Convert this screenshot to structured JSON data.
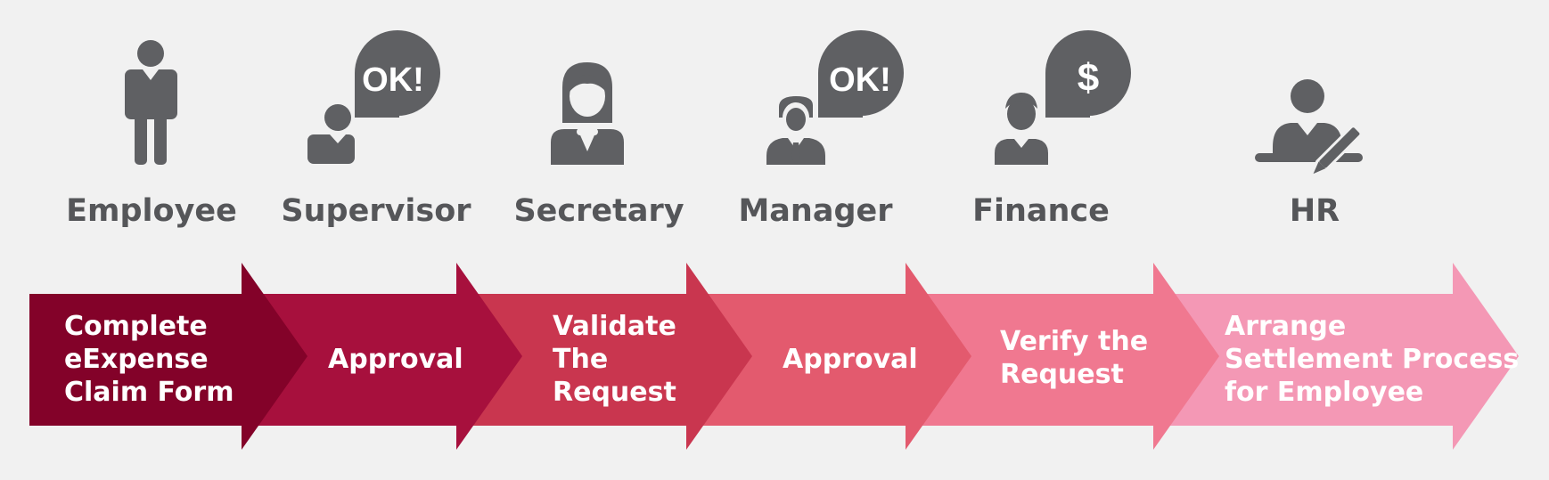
{
  "roles": [
    {
      "label": "Employee",
      "icon": "employee-icon"
    },
    {
      "label": "Supervisor",
      "icon": "supervisor-approval-icon",
      "bubble": "OK!"
    },
    {
      "label": "Secretary",
      "icon": "secretary-icon"
    },
    {
      "label": "Manager",
      "icon": "manager-approval-icon",
      "bubble": "OK!"
    },
    {
      "label": "Finance",
      "icon": "finance-payment-icon",
      "bubble": "$"
    },
    {
      "label": "HR",
      "icon": "hr-signing-icon"
    }
  ],
  "steps": [
    {
      "label": "Complete\neExpense\nClaim Form",
      "color": "#830229"
    },
    {
      "label": "Approval",
      "color": "#a7103d"
    },
    {
      "label": "Validate\nThe\nRequest",
      "color": "#c9364f"
    },
    {
      "label": "Approval",
      "color": "#e35a6e"
    },
    {
      "label": "Verify the\nRequest",
      "color": "#f07890"
    },
    {
      "label": "Arrange\nSettlement Process\nfor Employee",
      "color": "#f498b5"
    }
  ],
  "colors": {
    "icon": "#5f6063",
    "label": "#555659",
    "background": "#f1f1f1"
  }
}
